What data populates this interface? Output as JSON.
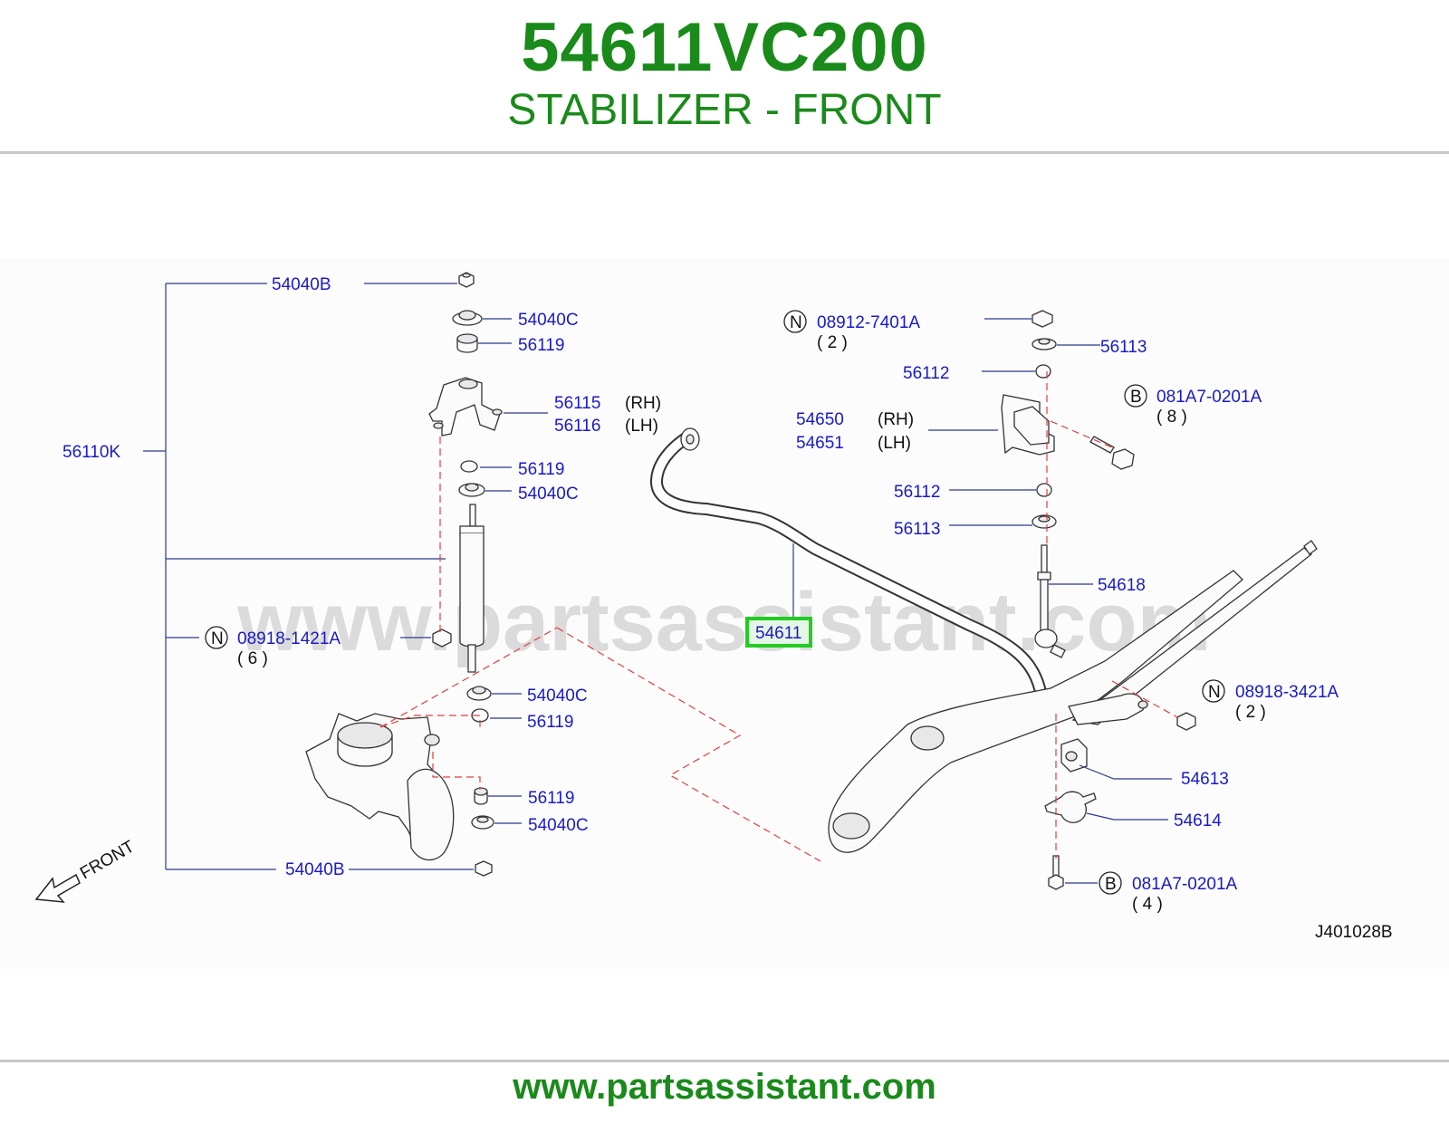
{
  "header": {
    "part_number": "54611VC200",
    "part_name": "STABILIZER - FRONT"
  },
  "footer": {
    "url": "www.partsassistant.com"
  },
  "watermark": "www.partsassistant.com",
  "figure_code": "J401028B",
  "front_label": "FRONT",
  "highlight_color": "#22cc22",
  "labels": {
    "l_54040B_top": "54040B",
    "l_54040C_1": "54040C",
    "l_56119_1": "56119",
    "l_56115": "56115",
    "l_56115_side": "(RH)",
    "l_56116": "56116",
    "l_56116_side": "(LH)",
    "l_56110K": "56110K",
    "l_56119_2": "56119",
    "l_54040C_2": "54040C",
    "l_08918_1421A": "08918-1421A",
    "l_08918_1421A_qty": "( 6 )",
    "l_54040C_3": "54040C",
    "l_56119_3": "56119",
    "l_56119_4": "56119",
    "l_54040C_4": "54040C",
    "l_54040B_bot": "54040B",
    "l_08912_7401A": "08912-7401A",
    "l_08912_7401A_qty": "( 2 )",
    "l_56113_1": "56113",
    "l_56112_1": "56112",
    "l_081A7_1": "081A7-0201A",
    "l_081A7_1_qty": "( 8 )",
    "l_54650": "54650",
    "l_54650_side": "(RH)",
    "l_54651": "54651",
    "l_54651_side": "(LH)",
    "l_56112_2": "56112",
    "l_56113_2": "56113",
    "l_54618": "54618",
    "l_54611": "54611",
    "l_08918_3421A": "08918-3421A",
    "l_08918_3421A_qty": "( 2 )",
    "l_54613": "54613",
    "l_54614": "54614",
    "l_081A7_2": "081A7-0201A",
    "l_081A7_2_qty": "( 4 )",
    "badge_N": "N",
    "badge_B": "B"
  }
}
